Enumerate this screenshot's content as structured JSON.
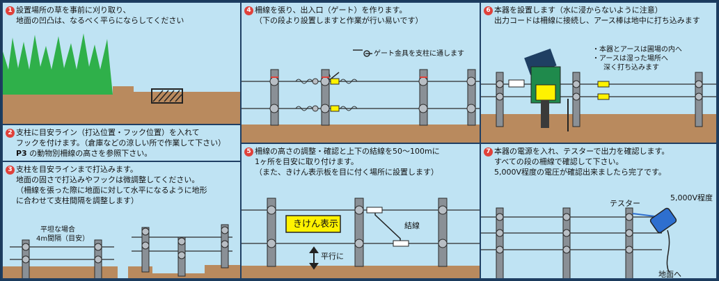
{
  "panel1": {
    "num": "1",
    "lines": [
      "設置場所の草を事前に刈り取り、",
      "地面の凹凸は、なるべく平らにならしてください"
    ]
  },
  "panel2": {
    "num": "2",
    "lines": [
      "支柱に目安ライン（打込位置・フック位置）を入れて",
      "フックを付けます。（倉庫などの涼しい所で作業して下さい）"
    ],
    "ref_bold": "P3",
    "ref_rest": "の動物別柵線の高さを参照下さい。"
  },
  "panel3": {
    "num": "3",
    "lines": [
      "支柱を目安ラインまで打込みます。",
      "地面の固さで打込みやフックは微調整してください。",
      "（柵線を張った際に地面に対して水平になるように地形",
      "に合わせて支柱間隔を調整します）"
    ],
    "flat_label_1": "平坦な場合",
    "flat_label_2": "4m間隔（目安）"
  },
  "panel4": {
    "num": "4",
    "lines": [
      "柵線を張り、出入口（ゲート）を作ります。",
      "（下の段より設置しますと作業が行い易いです）"
    ],
    "gate_note": "ゲート金具を支柱に通します"
  },
  "panel5": {
    "num": "5",
    "lines": [
      "柵線の高さの調整・確認と上下の結線を50〜100mに",
      "1ヶ所を目安に取り付けます。",
      "（また、きけん表示板を目に付く場所に設置します）"
    ],
    "sign_text": "きけん表示",
    "wire_link_label": "結線",
    "parallel_label": "平行に"
  },
  "panel6": {
    "num": "6",
    "lines": [
      "本器を設置します（水に浸からないように注意）",
      "出力コードは柵線に接続し、アース棒は地中に打ち込みます"
    ],
    "note_lines": [
      "・本器とアースは圃場の内へ",
      "・アースは湿った場所へ",
      "深く打ち込みます"
    ]
  },
  "panel7": {
    "num": "7",
    "lines": [
      "本器の電源を入れ、テスターで出力を確認します。",
      "すべての段の柵線で確認して下さい。",
      "5,000V程度の電圧が確認出来ましたら完了です。"
    ],
    "tester_label": "テスター",
    "voltage_label": "5,000V程度",
    "ground_label": "地面へ"
  },
  "colors": {
    "sky": "#bfe3f3",
    "ground": "#b98a5e",
    "grass": "#2fb04a",
    "border": "#1f3f63",
    "post": "#8a9096",
    "insulator": "#b8bec4",
    "marker": "#e0413a",
    "sign": "#fff200",
    "energizer": "#1f8a4c",
    "tester": "#2e6fcf"
  }
}
